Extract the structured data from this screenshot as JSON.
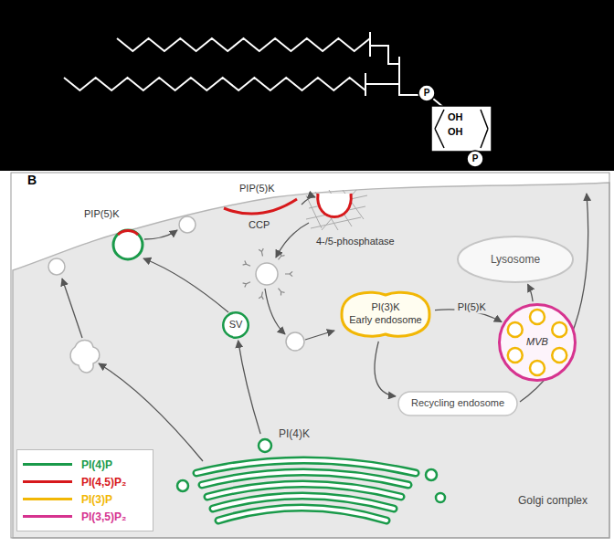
{
  "diagram": {
    "nodes": [
      {
        "text": [
          "Lysosome"
        ]
      },
      {
        "text": [
          "PI(3)K",
          "Early endosome"
        ]
      },
      {
        "text": [
          "SV"
        ]
      },
      {
        "text": [
          "MVB"
        ]
      },
      {
        "text": [
          "Recycling endosome"
        ]
      },
      {
        "text": [
          "PI(4)K",
          "Golgi complex"
        ]
      }
    ],
    "edges": [
      {
        "from": 5,
        "to": 2,
        "arrow": "to"
      },
      {
        "from": 1,
        "to": 3,
        "label": "PI(5)K",
        "arrow": "to"
      },
      {
        "from": 3,
        "to": 0,
        "arrow": "to"
      },
      {
        "from": 1,
        "to": 4,
        "arrow": "to"
      }
    ],
    "labels": [
      "B",
      "P",
      "OH",
      "OH",
      "P",
      "PIP(5)K",
      "PIP(5)K",
      "CCP",
      "4-/5-phosphatase"
    ],
    "legend": [
      {
        "text": "PI(4)P",
        "color": "#1a9a4a"
      },
      {
        "text": "PI(4,5)P₂",
        "color": "#d7191c"
      },
      {
        "text": "PI(3)P",
        "color": "#f2b705"
      },
      {
        "text": "PI(3,5)P₂",
        "color": "#d6338f"
      }
    ]
  }
}
